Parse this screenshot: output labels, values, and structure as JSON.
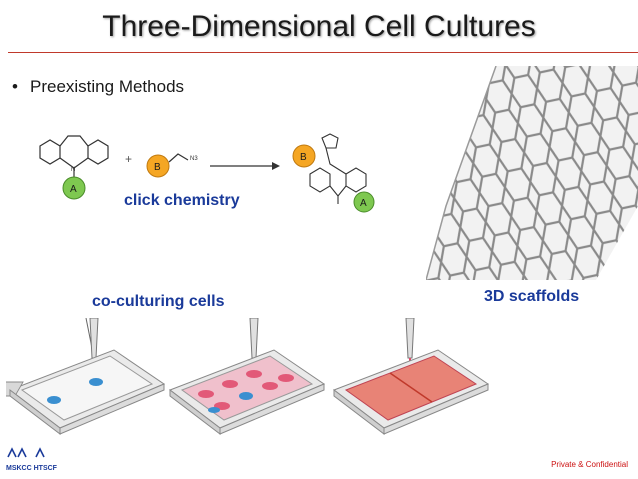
{
  "slide": {
    "title": "Three-Dimensional Cell Cultures",
    "bullet": "Preexisting Methods",
    "labels": {
      "click": "click chemistry",
      "coculture": "co-culturing cells",
      "scaffolds": "3D scaffolds"
    },
    "molecule_labels": {
      "a1": "A",
      "b1": "B",
      "a2": "A",
      "b2": "B",
      "plus": "+",
      "n3": "N3"
    },
    "footer": "Private & Confidential",
    "logo_text_1": "MSKCC",
    "logo_text_2": "HTSCF"
  },
  "colors": {
    "accent_rule": "#c0392b",
    "label_blue": "#1a3a9a",
    "node_a": "#7ec850",
    "node_b": "#f5a623",
    "well_pink": "#e0486a",
    "well_blue": "#3a8fd0"
  }
}
